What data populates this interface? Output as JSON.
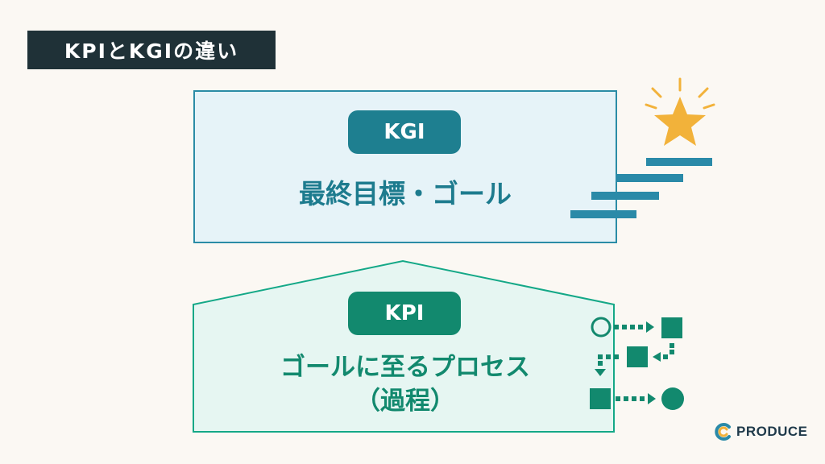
{
  "title": "KPIとKGIの違い",
  "kgi": {
    "badge": "KGI",
    "description": "最終目標・ゴール"
  },
  "kpi": {
    "badge": "KPI",
    "description_line1": "ゴールに至るプロセス",
    "description_line2": "（過程）"
  },
  "logo": {
    "text": "PRODUCE"
  },
  "colors": {
    "title_bg": "#1f3137",
    "kgi_accent": "#1e7f90",
    "kgi_fill": "#e6f3f8",
    "kpi_accent": "#12896e",
    "kpi_fill": "#e6f6f2",
    "star": "#f2b23a",
    "background": "#fbf8f3"
  },
  "icons": [
    "star-icon",
    "stairs-icon",
    "process-flow-icon",
    "produce-logo-icon"
  ]
}
